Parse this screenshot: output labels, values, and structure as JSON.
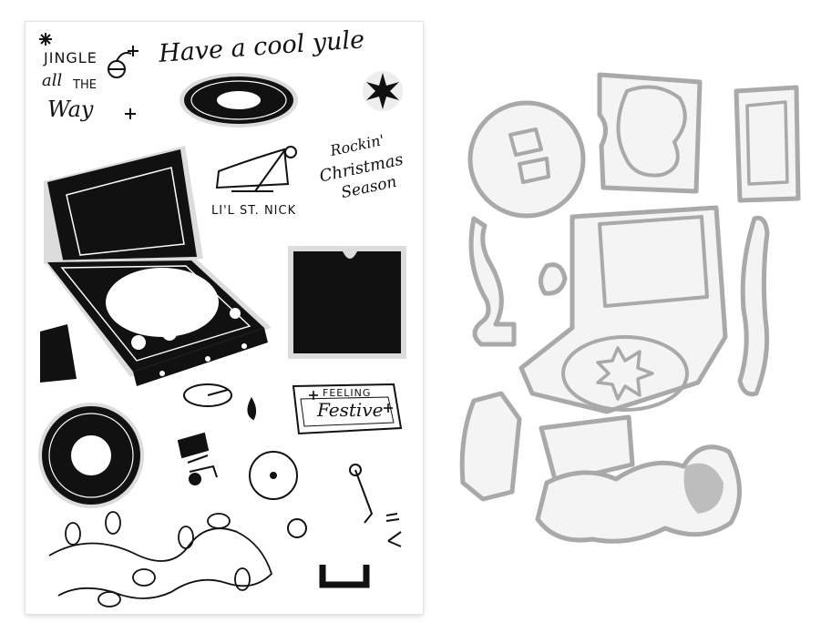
{
  "stamp_sheet": {
    "texts": {
      "have_a_cool_yule": "Have a cool yule",
      "jingle": "JINGLE",
      "all": "all",
      "the": "THE",
      "way": "Way",
      "rockin": "Rockin'",
      "christmas": "Christmas",
      "season": "Season",
      "lil_st_nick": "LI'L ST. NICK",
      "feeling": "FEELING",
      "festive": "Festive"
    }
  },
  "colors": {
    "stamp_ink": "#111111",
    "stamp_outline": "#dcdcdc",
    "die_metal": "#a9a9a9",
    "die_fill": "#f4f4f4",
    "die_solid": "#bdbdbd"
  }
}
